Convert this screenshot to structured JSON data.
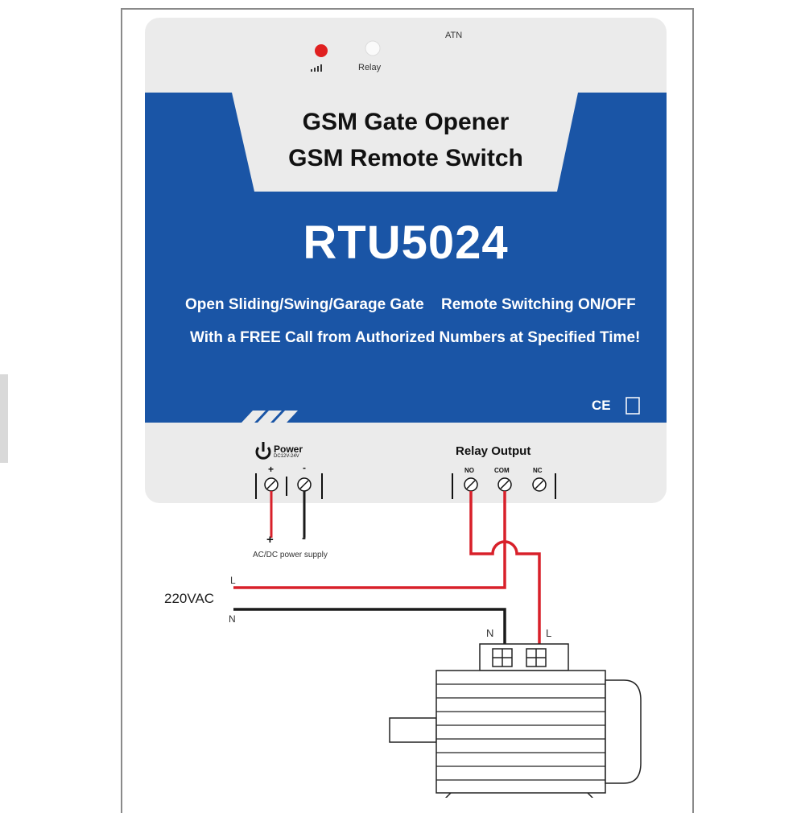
{
  "header": {
    "atn_label": "ATN",
    "relay_led_label": "Relay"
  },
  "panel": {
    "title_line1": "GSM Gate Opener",
    "title_line2": "GSM Remote Switch",
    "model": "RTU5024",
    "desc_line1_left": "Open Sliding/Swing/Garage Gate",
    "desc_line1_right": "Remote Switching ON/OFF",
    "desc_line2": "With a FREE Call from Authorized Numbers at Specified Time!",
    "certification": "CE"
  },
  "power": {
    "label": "Power",
    "sublabel": "DC12V-24V",
    "plus": "+",
    "minus": "-",
    "supply_label": "AC/DC power supply"
  },
  "relay_output": {
    "label": "Relay Output",
    "terminals": [
      "NO",
      "COM",
      "NC"
    ]
  },
  "mains": {
    "voltage": "220VAC",
    "live": "L",
    "neutral": "N"
  },
  "motor": {
    "neutral": "N",
    "live": "L"
  },
  "colors": {
    "panel_blue": "#1a55a6",
    "live_wire": "#d8202a",
    "neutral_wire": "#1a1a1a",
    "led_red": "#e02020"
  }
}
